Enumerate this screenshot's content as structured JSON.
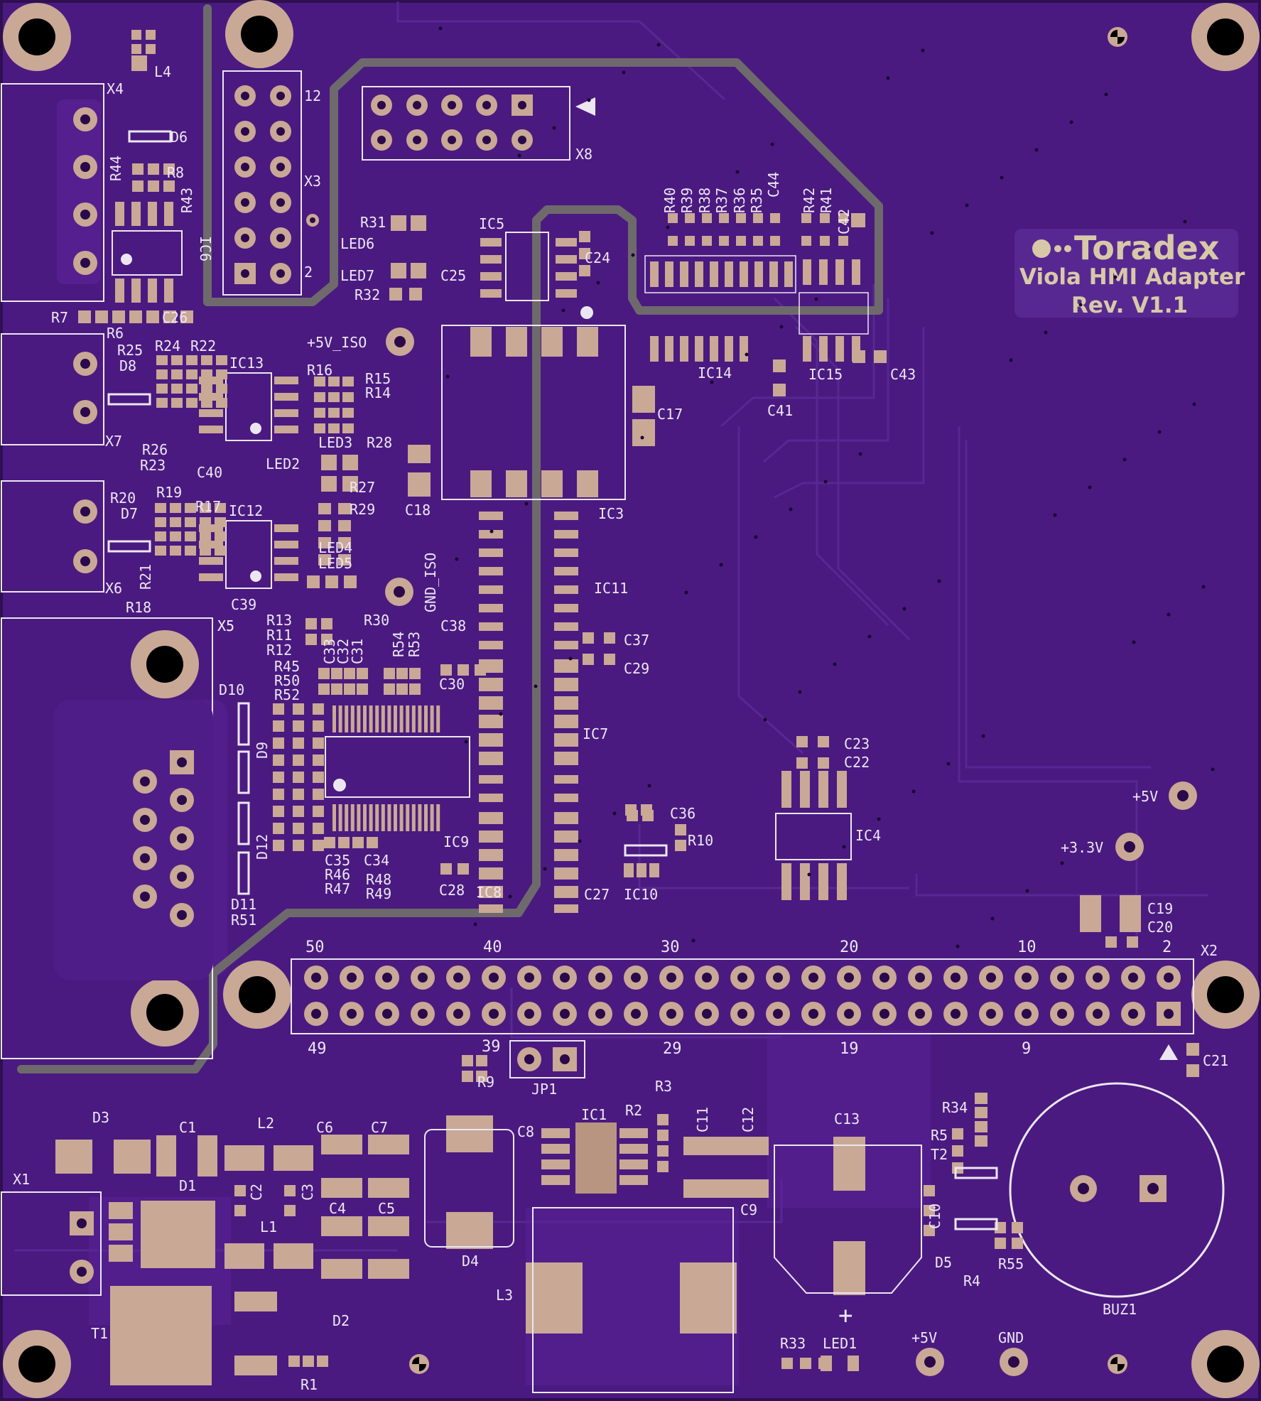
{
  "board": {
    "logo": "Toradex",
    "title": "Viola HMI Adapter",
    "revision": "Rev. V1.1"
  },
  "colors": {
    "board": "#4a1a80",
    "board_dark": "#3a1463",
    "trace": "#5a2a95",
    "pad": "#c9a896",
    "silkscreen": "#ece6f2",
    "outline": "#6e6a6c"
  },
  "test_points": {
    "plus5v_iso": "+5V_ISO",
    "gnd_iso": "GND_ISO",
    "plus5v_right": "+5V",
    "plus3v3": "+3.3V",
    "plus5v_bottom": "+5V",
    "gnd_bottom": "GND"
  },
  "connectors": {
    "x1": "X1",
    "x2": "X2",
    "x3": "X3",
    "x4": "X4",
    "x5": "X5",
    "x6": "X6",
    "x7": "X7",
    "x8": "X8",
    "jp1": "JP1",
    "buz1": "BUZ1"
  },
  "x2_pin_numbers_top": [
    "50",
    "40",
    "30",
    "20",
    "10",
    "2"
  ],
  "x2_pin_numbers_bottom": [
    "49",
    "39",
    "29",
    "19",
    "9"
  ],
  "x3_pin_numbers": [
    "12",
    "2"
  ],
  "ics": [
    "IC1",
    "IC3",
    "IC4",
    "IC5",
    "IC6",
    "IC7",
    "IC8",
    "IC9",
    "IC10",
    "IC11",
    "IC12",
    "IC13",
    "IC14",
    "IC15"
  ],
  "labels": [
    "L4",
    "D6",
    "R44",
    "R8",
    "R43",
    "R7",
    "R6",
    "C26",
    "R25",
    "R24",
    "R22",
    "D8",
    "IC13",
    "R16",
    "R15",
    "R14",
    "R26",
    "R23",
    "C40",
    "LED3",
    "R28",
    "LED2",
    "R27",
    "R29",
    "R20",
    "R19",
    "R17",
    "D7",
    "IC12",
    "LED4",
    "LED5",
    "R21",
    "R18",
    "C39",
    "X5",
    "R13",
    "R11",
    "R12",
    "R30",
    "C33",
    "C32",
    "C31",
    "R54",
    "R53",
    "C38",
    "C30",
    "R45",
    "R50",
    "R52",
    "D10",
    "D9",
    "D12",
    "D11",
    "R51",
    "C35",
    "C34",
    "R46",
    "R47",
    "R48",
    "R49",
    "C28",
    "C36",
    "R10",
    "C37",
    "C29",
    "C27",
    "C23",
    "C22",
    "C19",
    "C20",
    "C21",
    "R31",
    "LED6",
    "LED7",
    "R32",
    "C25",
    "C24",
    "C17",
    "C18",
    "R40",
    "R39",
    "R38",
    "R37",
    "R36",
    "R35",
    "C44",
    "R42",
    "R41",
    "C42",
    "C41",
    "C43",
    "D3",
    "C1",
    "D1",
    "L2",
    "C6",
    "C7",
    "C2",
    "C3",
    "C4",
    "C5",
    "L1",
    "D2",
    "T1",
    "R1",
    "C8",
    "R2",
    "R3",
    "C11",
    "C12",
    "C9",
    "D4",
    "L3",
    "C13",
    "R34",
    "R5",
    "T2",
    "C10",
    "D5",
    "R4",
    "R55",
    "R33",
    "LED1",
    "R9"
  ]
}
